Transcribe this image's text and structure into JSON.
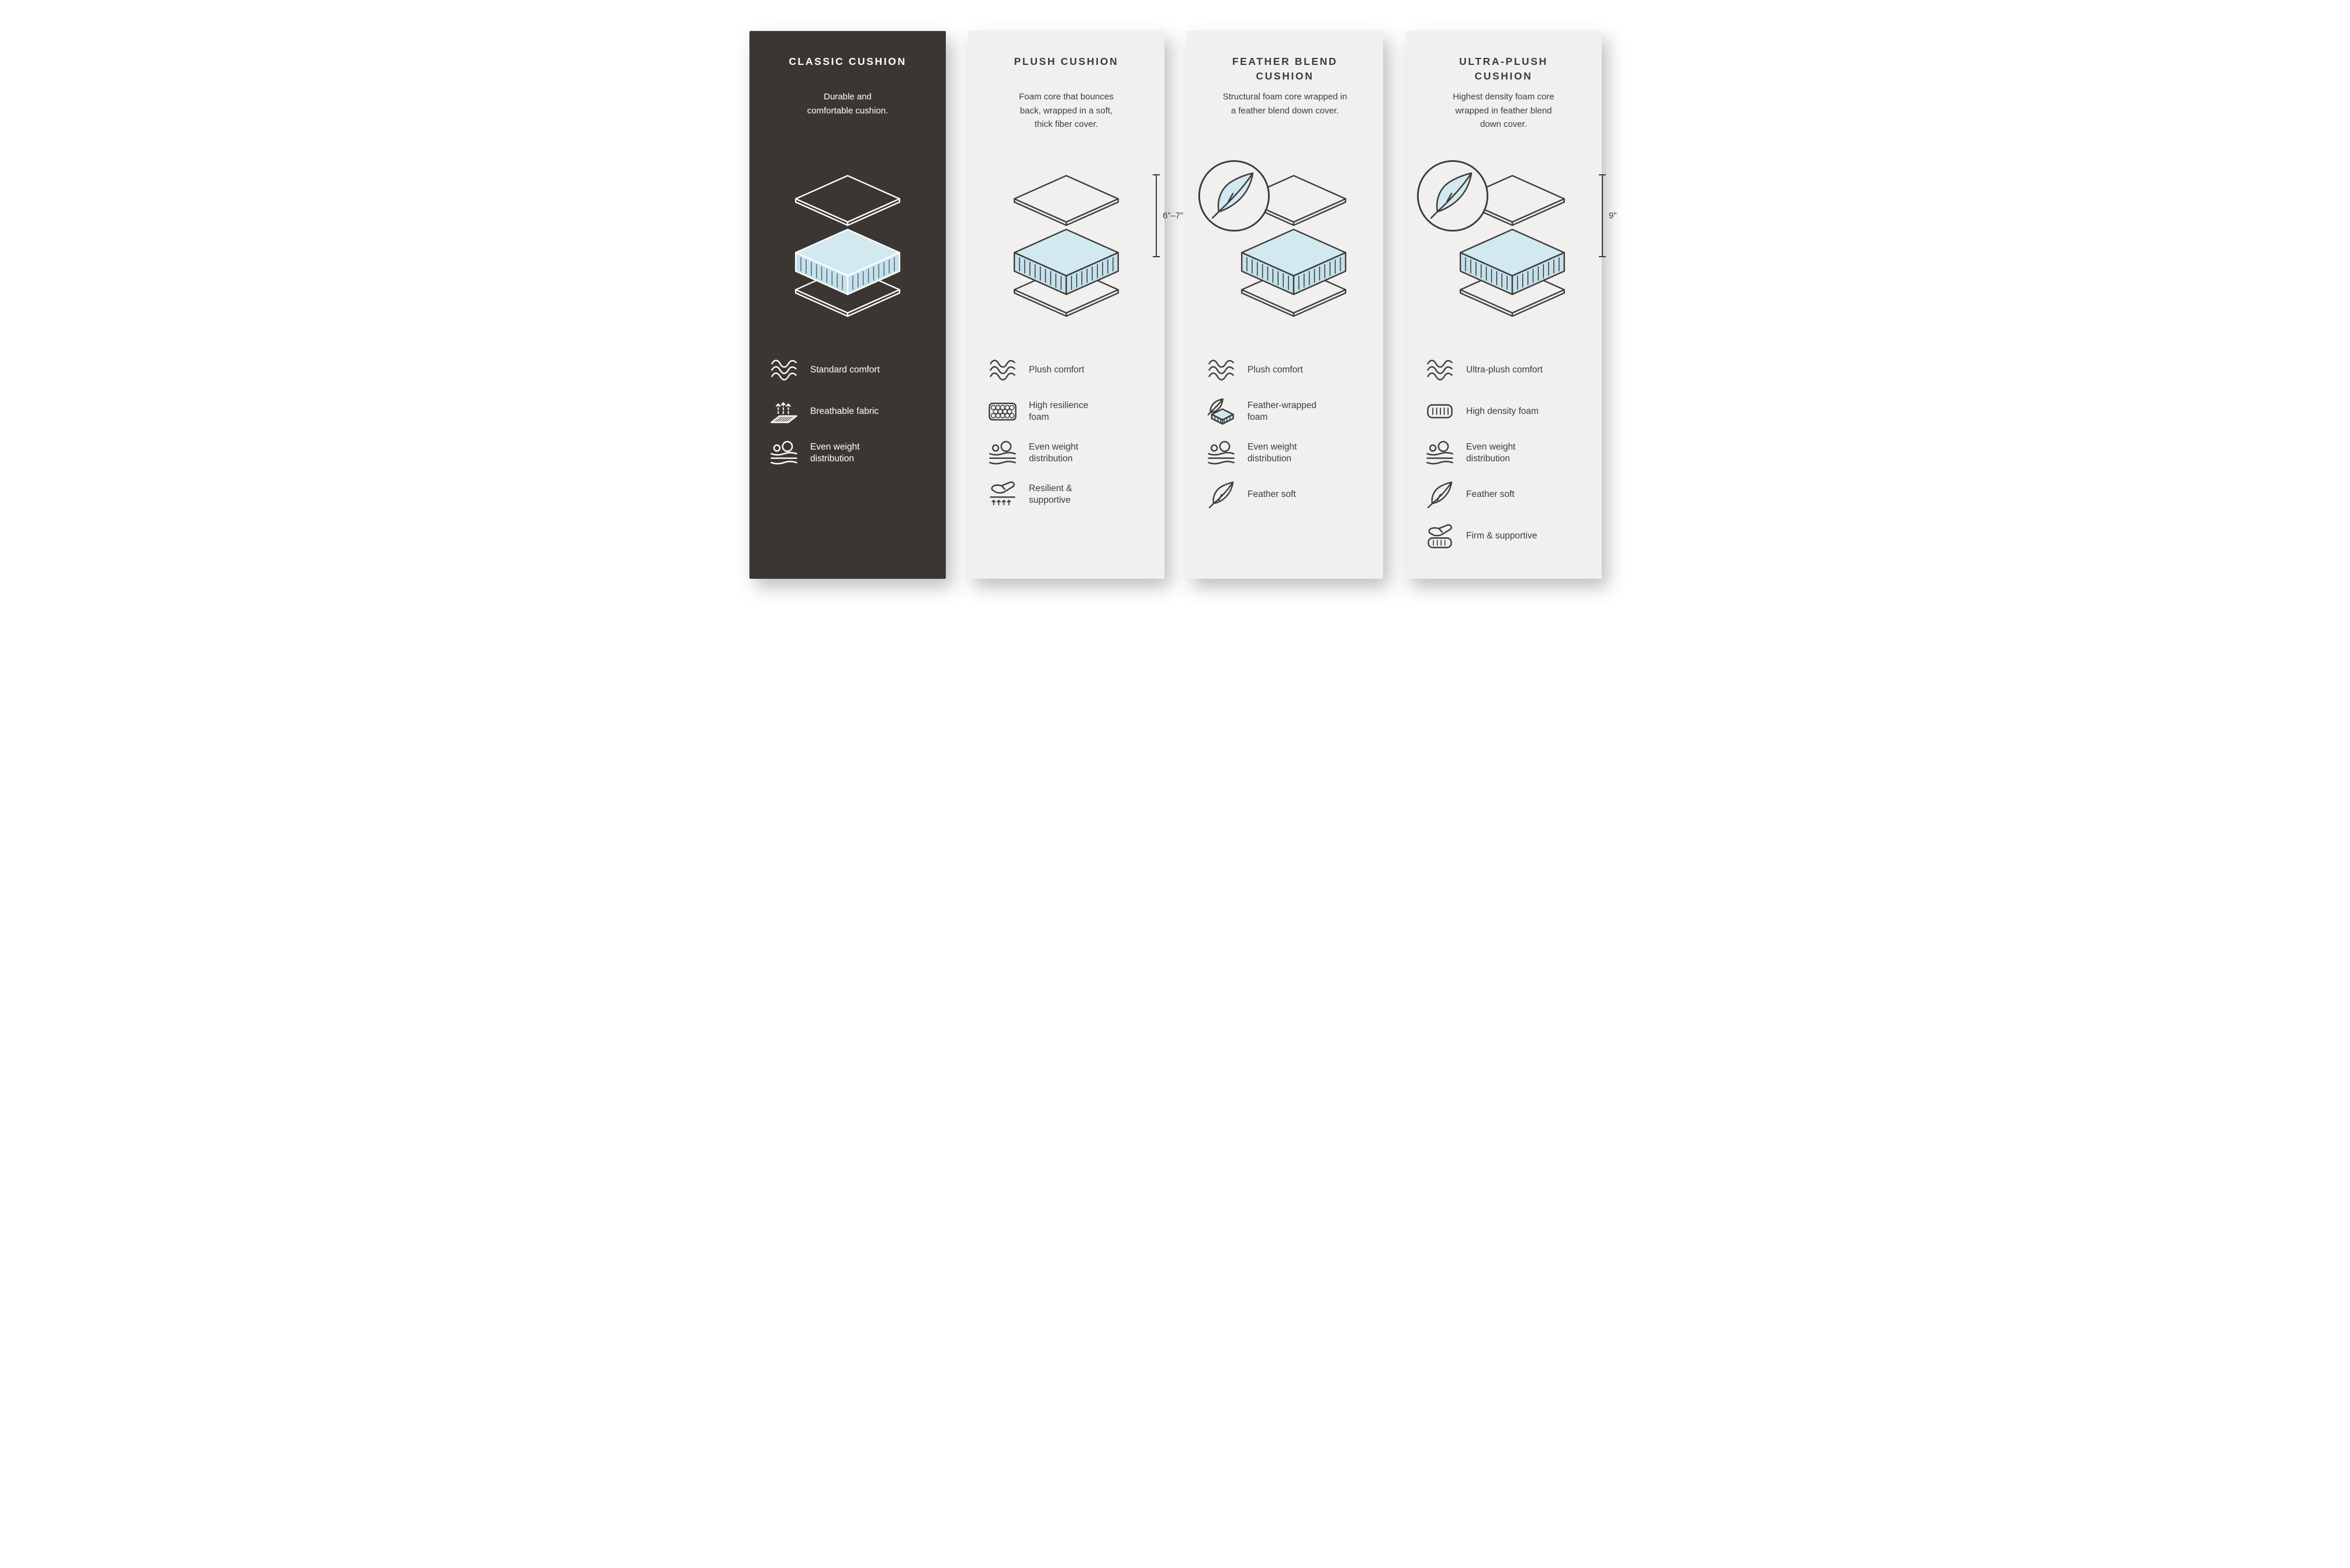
{
  "colors": {
    "page_background": "#ffffff",
    "dark_panel": "#3a3733",
    "light_panel": "#f1f0ee",
    "text_on_dark": "#ffffff",
    "text_on_light": "#3d3c3a",
    "outline_on_dark": "#ffffff",
    "outline_on_light": "#2f2f2e",
    "hatch_on_dark": "#45626e",
    "hatch_on_light": "#2f2f2e",
    "foam_top": "#d3e9f0",
    "foam_side": "#c5e1eb"
  },
  "panels": [
    {
      "id": "classic-cushion",
      "theme": "dark",
      "title": "CLASSIC CUSHION",
      "description": "Durable and\ncomfortable cushion.",
      "diagram": {
        "feather_badge": false,
        "measurement": null
      },
      "features": [
        {
          "icon": "waves-icon",
          "label": "Standard comfort"
        },
        {
          "icon": "breathable-fabric-icon",
          "label": "Breathable fabric"
        },
        {
          "icon": "even-weight-icon",
          "label": "Even weight\ndistribution"
        }
      ]
    },
    {
      "id": "plush-cushion",
      "theme": "light",
      "title": "PLUSH CUSHION",
      "description": "Foam core that bounces\nback, wrapped in a soft,\nthick fiber cover.",
      "diagram": {
        "feather_badge": false,
        "measurement": "6”–7”"
      },
      "features": [
        {
          "icon": "waves-icon",
          "label": "Plush comfort"
        },
        {
          "icon": "foam-cells-icon",
          "label": "High resilience\nfoam"
        },
        {
          "icon": "even-weight-icon",
          "label": "Even weight\ndistribution"
        },
        {
          "icon": "press-hand-icon",
          "label": "Resilient &\nsupportive"
        }
      ]
    },
    {
      "id": "feather-blend-cushion",
      "theme": "light",
      "title": "FEATHER BLEND\nCUSHION",
      "description": "Structural foam core wrapped in\na feather blend down cover.",
      "diagram": {
        "feather_badge": true,
        "measurement": null
      },
      "features": [
        {
          "icon": "waves-icon",
          "label": "Plush comfort"
        },
        {
          "icon": "feather-foam-icon",
          "label": "Feather-wrapped\nfoam"
        },
        {
          "icon": "even-weight-icon",
          "label": "Even weight\ndistribution"
        },
        {
          "icon": "feather-icon",
          "label": "Feather soft"
        }
      ]
    },
    {
      "id": "ultra-plush-cushion",
      "theme": "light",
      "title": "ULTRA-PLUSH\nCUSHION",
      "description": "Highest density foam core\nwrapped in feather blend\ndown cover.",
      "diagram": {
        "feather_badge": true,
        "measurement": "9”"
      },
      "features": [
        {
          "icon": "waves-icon",
          "label": "Ultra-plush comfort"
        },
        {
          "icon": "foam-block-icon",
          "label": "High density foam"
        },
        {
          "icon": "even-weight-icon",
          "label": "Even weight\ndistribution"
        },
        {
          "icon": "feather-icon",
          "label": "Feather soft"
        },
        {
          "icon": "press-foam-icon",
          "label": "Firm & supportive"
        }
      ]
    }
  ]
}
